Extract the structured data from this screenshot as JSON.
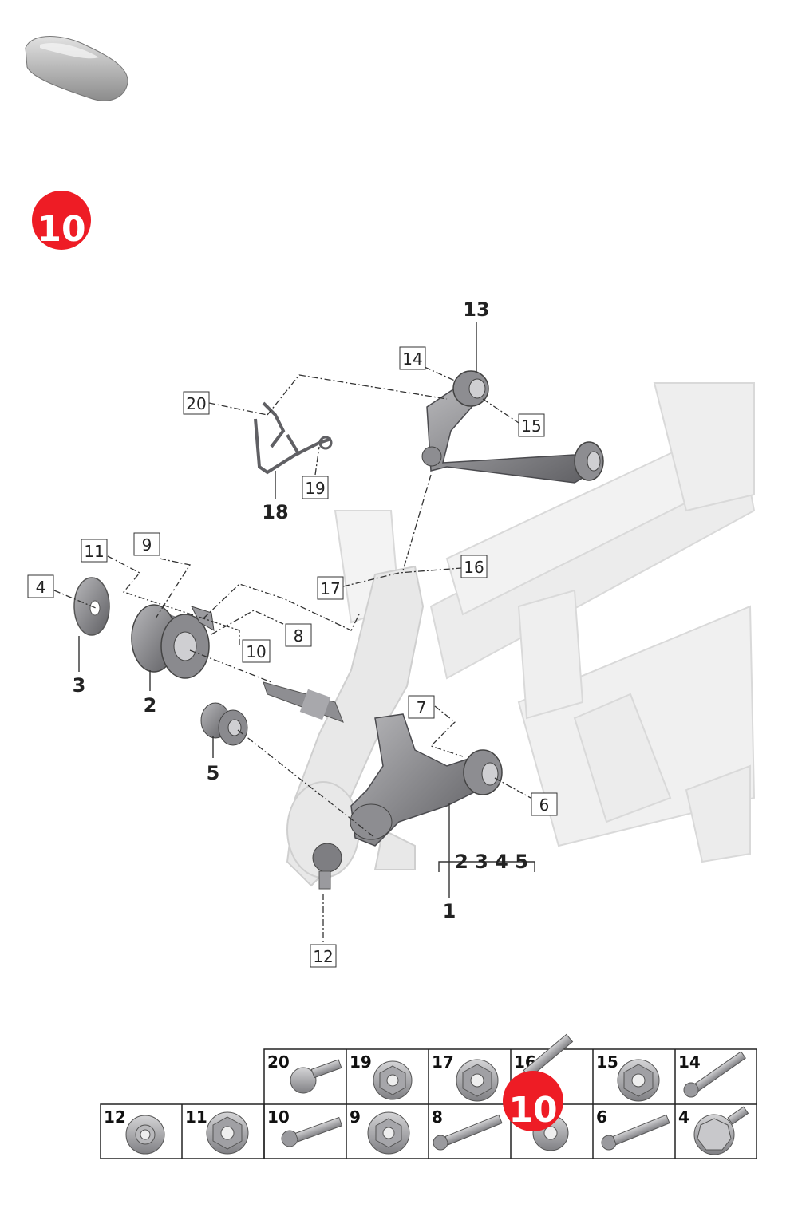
{
  "badge": {
    "text": "10",
    "color": "#ee1c25"
  },
  "callouts": {
    "c13": "13",
    "c14": "14",
    "c15": "15",
    "c20": "20",
    "c18": "18",
    "c19": "19",
    "c9": "9",
    "c11": "11",
    "c4": "4",
    "c17": "17",
    "c16": "16",
    "c8": "8",
    "c10": "10",
    "c3": "3",
    "c2": "2",
    "c7": "7",
    "c5": "5",
    "c6": "6",
    "group": "2 3 4 5",
    "c1": "1",
    "c12": "12"
  },
  "legend": {
    "row1": [
      "20",
      "19",
      "17",
      "16",
      "15",
      "14"
    ],
    "row2": [
      "12",
      "11",
      "10",
      "9",
      "8",
      "6",
      "4"
    ]
  },
  "colors": {
    "part_dark": "#6f6f73",
    "part_mid": "#9c9ca0",
    "ghost": "#e6e6e6",
    "line": "#333333"
  }
}
